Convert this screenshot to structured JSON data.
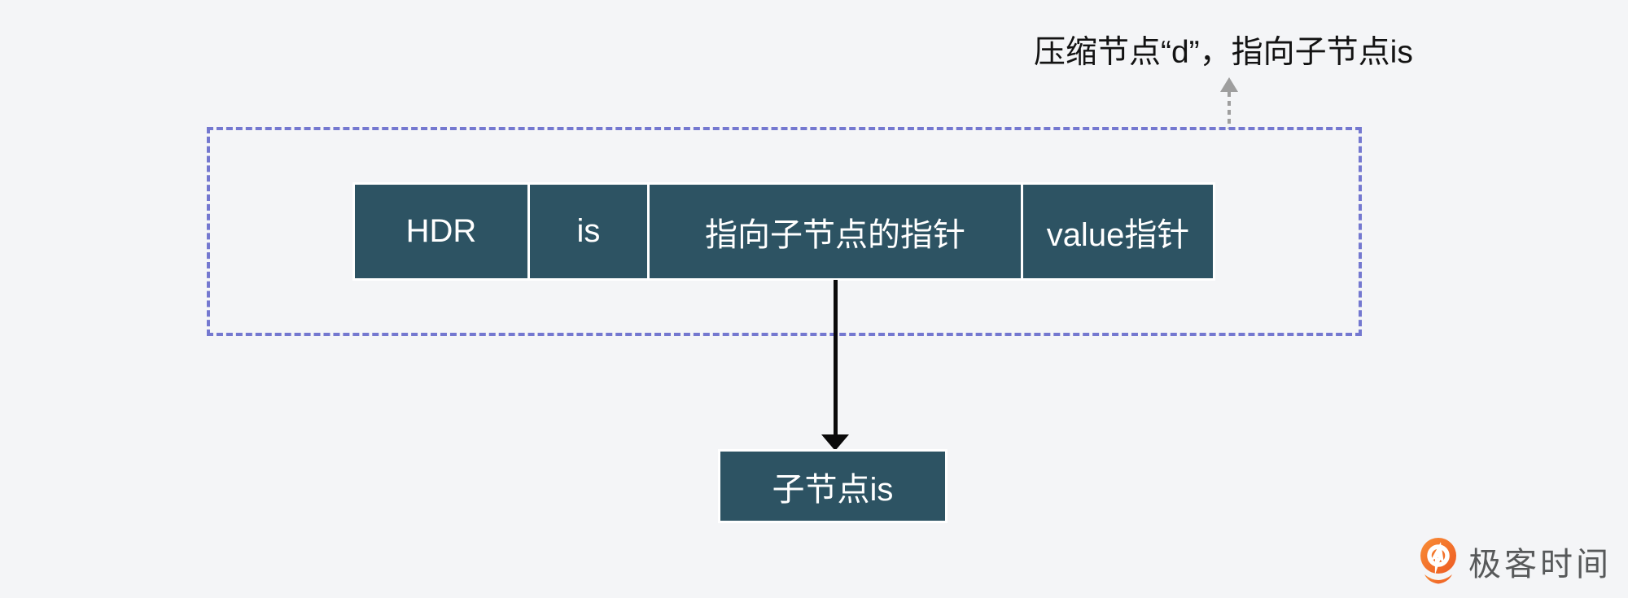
{
  "colors": {
    "background": "#f4f5f7",
    "cell_fill": "#2d5363",
    "cell_text": "#ffffff",
    "group_border": "#7478d0",
    "black_arrow": "#0a0a0a",
    "gray_arrow": "#9e9e9e",
    "annotation_text": "#131313",
    "brand_text": "#57595a",
    "brand_orange": "#f26a2a",
    "divider": "#ffffff"
  },
  "annotation": {
    "text": "压缩节点“d”，指向子节点is"
  },
  "node_row": {
    "cells": [
      {
        "label": "HDR"
      },
      {
        "label": "is"
      },
      {
        "label": "指向子节点的指针"
      },
      {
        "label": "value指针"
      }
    ]
  },
  "child_node": {
    "label": "子节点is"
  },
  "watermark": {
    "brand": "极客时间"
  },
  "icons": {
    "annotation_arrow": "dotted-up-arrow",
    "child_pointer": "solid-down-arrow",
    "brand_logo": "geektime-pin-icon"
  }
}
